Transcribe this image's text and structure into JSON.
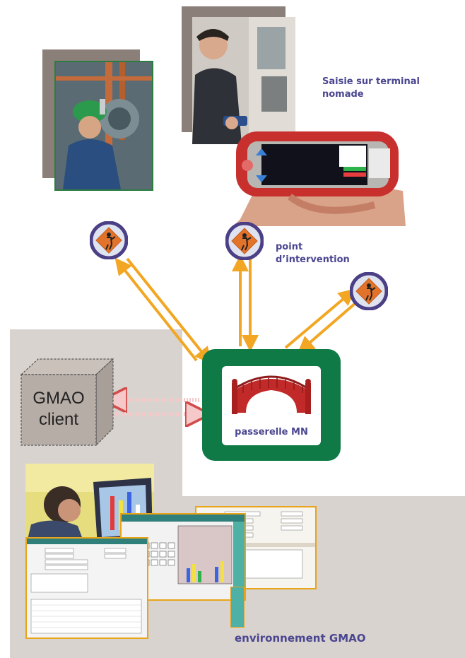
{
  "labels": {
    "terminal_line1": "Saisie sur terminal",
    "terminal_line2": "nomade",
    "point_line1": "point",
    "point_line2": "d’intervention",
    "gateway": "passerelle MN",
    "gmao_client_line1": "GMAO",
    "gmao_client_line2": "client",
    "environment": "environnement GMAO"
  },
  "icons": {
    "intervention": "worker-sign-icon",
    "gateway": "bridge-icon"
  },
  "colors": {
    "arrow": "#f2a623",
    "gateway": "#0f7a45",
    "badge_ring": "#4b3f86",
    "badge_sign": "#e2732a",
    "label": "#4a4690",
    "background_zone": "#d9d3cf"
  }
}
